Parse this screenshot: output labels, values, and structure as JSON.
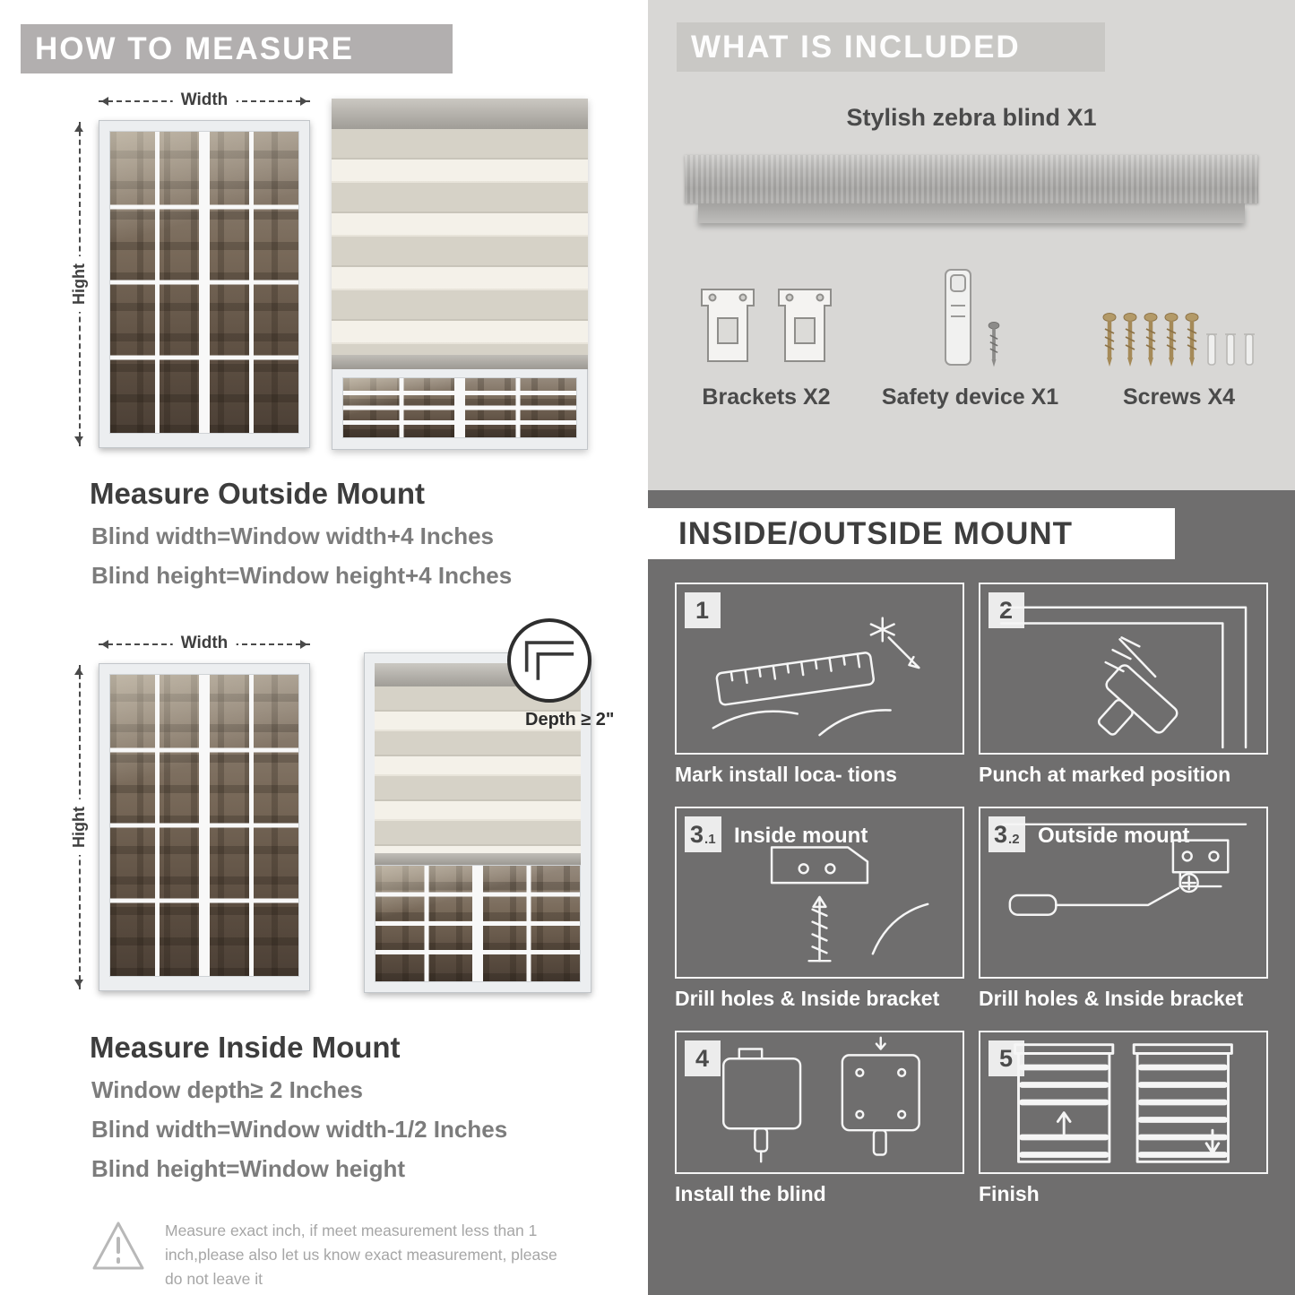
{
  "colors": {
    "left_header_bg": "#b2afaf",
    "included_bg": "#d8d7d5",
    "included_header_bg": "#c9c8c5",
    "mount_bg": "#6f6e6e",
    "mount_header_bg": "#ffffff",
    "heading_text": "#3d3d3d",
    "spec_text": "#7c7c7c",
    "caption_text": "#ffffff"
  },
  "measure": {
    "header": "HOW TO MEASURE",
    "outside": {
      "width_label": "Width",
      "height_label": "Hight",
      "heading": "Measure Outside Mount",
      "specs": [
        "Blind width=Window width+4 Inches",
        "Blind height=Window height+4 Inches"
      ]
    },
    "inside": {
      "width_label": "Width",
      "height_label": "Hight",
      "depth_label": "Depth ≥ 2\"",
      "heading": "Measure Inside Mount",
      "specs": [
        "Window depth≥ 2 Inches",
        "Blind width=Window width-1/2 Inches",
        "Blind height=Window height"
      ]
    },
    "warning_text": "Measure exact inch, if meet measurement less than 1 inch,please also let us know exact measurement, please do not leave it"
  },
  "included": {
    "header": "WHAT IS INCLUDED",
    "product_label": "Stylish zebra blind X1",
    "items": [
      {
        "label": "Brackets X2"
      },
      {
        "label": "Safety device X1"
      },
      {
        "label": "Screws X4"
      }
    ]
  },
  "mount": {
    "header": "INSIDE/OUTSIDE MOUNT",
    "steps": [
      {
        "num": "1",
        "sub": "",
        "title": "",
        "caption": "Mark install loca- tions"
      },
      {
        "num": "2",
        "sub": "",
        "title": "",
        "caption": "Punch at marked position"
      },
      {
        "num": "3",
        "sub": ".1",
        "title": "Inside mount",
        "caption": "Drill holes & Inside bracket"
      },
      {
        "num": "3",
        "sub": ".2",
        "title": "Outside mount",
        "caption": "Drill holes & Inside bracket"
      },
      {
        "num": "4",
        "sub": "",
        "title": "",
        "caption": "Install the blind"
      },
      {
        "num": "5",
        "sub": "",
        "title": "",
        "caption": "Finish"
      }
    ]
  }
}
